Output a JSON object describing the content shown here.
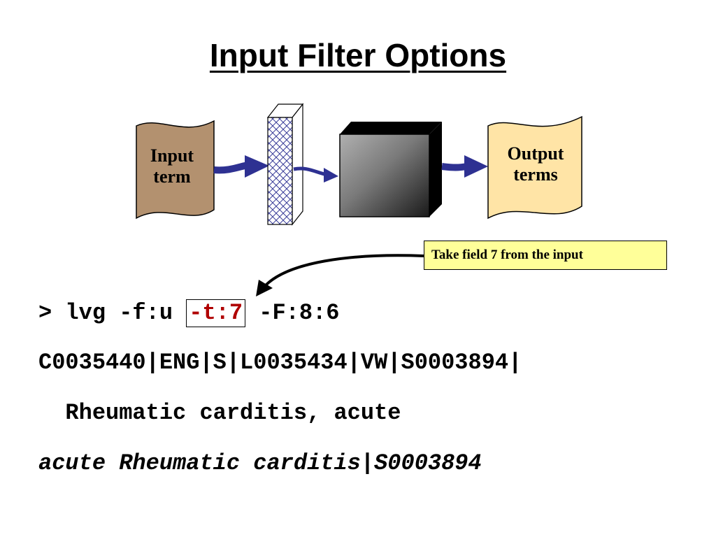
{
  "title": "Input Filter Options",
  "diagram": {
    "input_scroll": {
      "line1": "Input",
      "line2": "term"
    },
    "output_scroll": {
      "line1": "Output",
      "line2": "terms"
    }
  },
  "callout": "Take field 7 from the input",
  "command": {
    "prompt": "> lvg -f:u ",
    "highlight": "-t:7",
    "rest": " -F:8:6"
  },
  "output_lines": [
    "C0035440|ENG|S|L0035434|VW|S0003894|",
    "  Rheumatic carditis, acute",
    "acute Rheumatic carditis|S0003894"
  ],
  "colors": {
    "input_scroll": "#b3916f",
    "output_scroll": "#ffe4a6",
    "arrow": "#2e3192",
    "highlight_text": "#b00000",
    "callout_bg": "#ffff99"
  }
}
